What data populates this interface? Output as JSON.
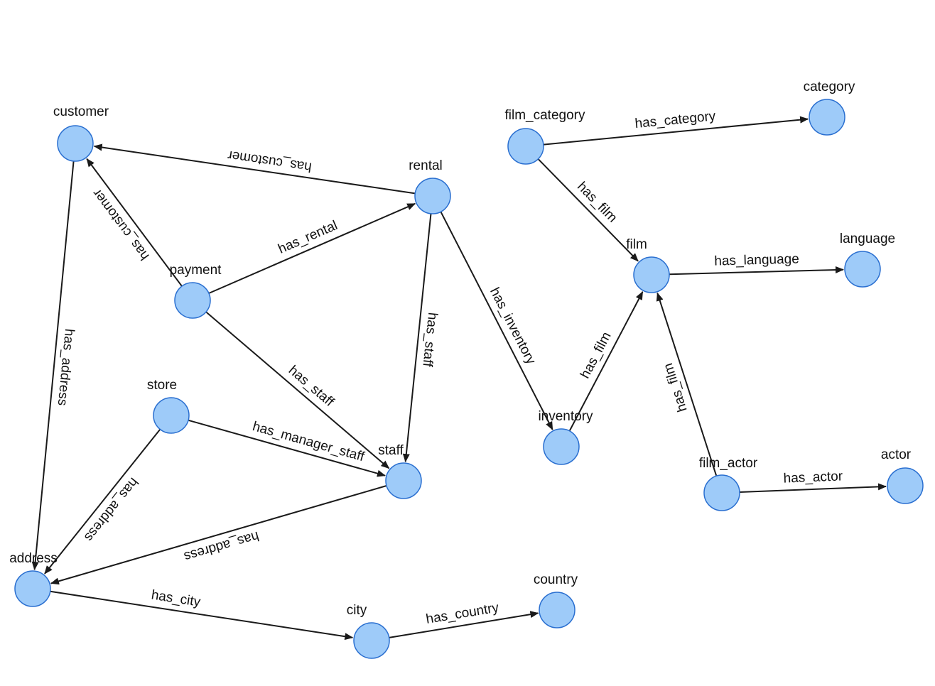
{
  "colors": {
    "node_fill": "#9ecbf9",
    "node_stroke": "#2a6fd0",
    "edge": "#1a1a1a",
    "text": "#111111",
    "background": "#ffffff"
  },
  "graph": {
    "nodes": [
      {
        "id": "customer",
        "label": "customer"
      },
      {
        "id": "rental",
        "label": "rental"
      },
      {
        "id": "payment",
        "label": "payment"
      },
      {
        "id": "store",
        "label": "store"
      },
      {
        "id": "staff",
        "label": "staff"
      },
      {
        "id": "address",
        "label": "address"
      },
      {
        "id": "city",
        "label": "city"
      },
      {
        "id": "country",
        "label": "country"
      },
      {
        "id": "inventory",
        "label": "inventory"
      },
      {
        "id": "film_category",
        "label": "film_category"
      },
      {
        "id": "category",
        "label": "category"
      },
      {
        "id": "film",
        "label": "film"
      },
      {
        "id": "language",
        "label": "language"
      },
      {
        "id": "film_actor",
        "label": "film_actor"
      },
      {
        "id": "actor",
        "label": "actor"
      }
    ],
    "edges": [
      {
        "id": "e1",
        "source": "rental",
        "target": "customer",
        "label": "has_customer"
      },
      {
        "id": "e2",
        "source": "payment",
        "target": "customer",
        "label": "has_customer"
      },
      {
        "id": "e3",
        "source": "payment",
        "target": "rental",
        "label": "has_rental"
      },
      {
        "id": "e4",
        "source": "payment",
        "target": "staff",
        "label": "has_staff"
      },
      {
        "id": "e5",
        "source": "rental",
        "target": "staff",
        "label": "has_staff"
      },
      {
        "id": "e6",
        "source": "rental",
        "target": "inventory",
        "label": "has_inventory"
      },
      {
        "id": "e7",
        "source": "customer",
        "target": "address",
        "label": "has_address"
      },
      {
        "id": "e8",
        "source": "store",
        "target": "staff",
        "label": "has_manager_staff"
      },
      {
        "id": "e9",
        "source": "store",
        "target": "address",
        "label": "has_address"
      },
      {
        "id": "e10",
        "source": "staff",
        "target": "address",
        "label": "has_address"
      },
      {
        "id": "e11",
        "source": "address",
        "target": "city",
        "label": "has_city"
      },
      {
        "id": "e12",
        "source": "city",
        "target": "country",
        "label": "has_country"
      },
      {
        "id": "e13",
        "source": "film_category",
        "target": "category",
        "label": "has_category"
      },
      {
        "id": "e14",
        "source": "film_category",
        "target": "film",
        "label": "has_film"
      },
      {
        "id": "e15",
        "source": "film",
        "target": "language",
        "label": "has_language"
      },
      {
        "id": "e16",
        "source": "inventory",
        "target": "film",
        "label": "has_film"
      },
      {
        "id": "e17",
        "source": "film_actor",
        "target": "film",
        "label": "has_film"
      },
      {
        "id": "e18",
        "source": "film_actor",
        "target": "actor",
        "label": "has_actor"
      }
    ]
  }
}
